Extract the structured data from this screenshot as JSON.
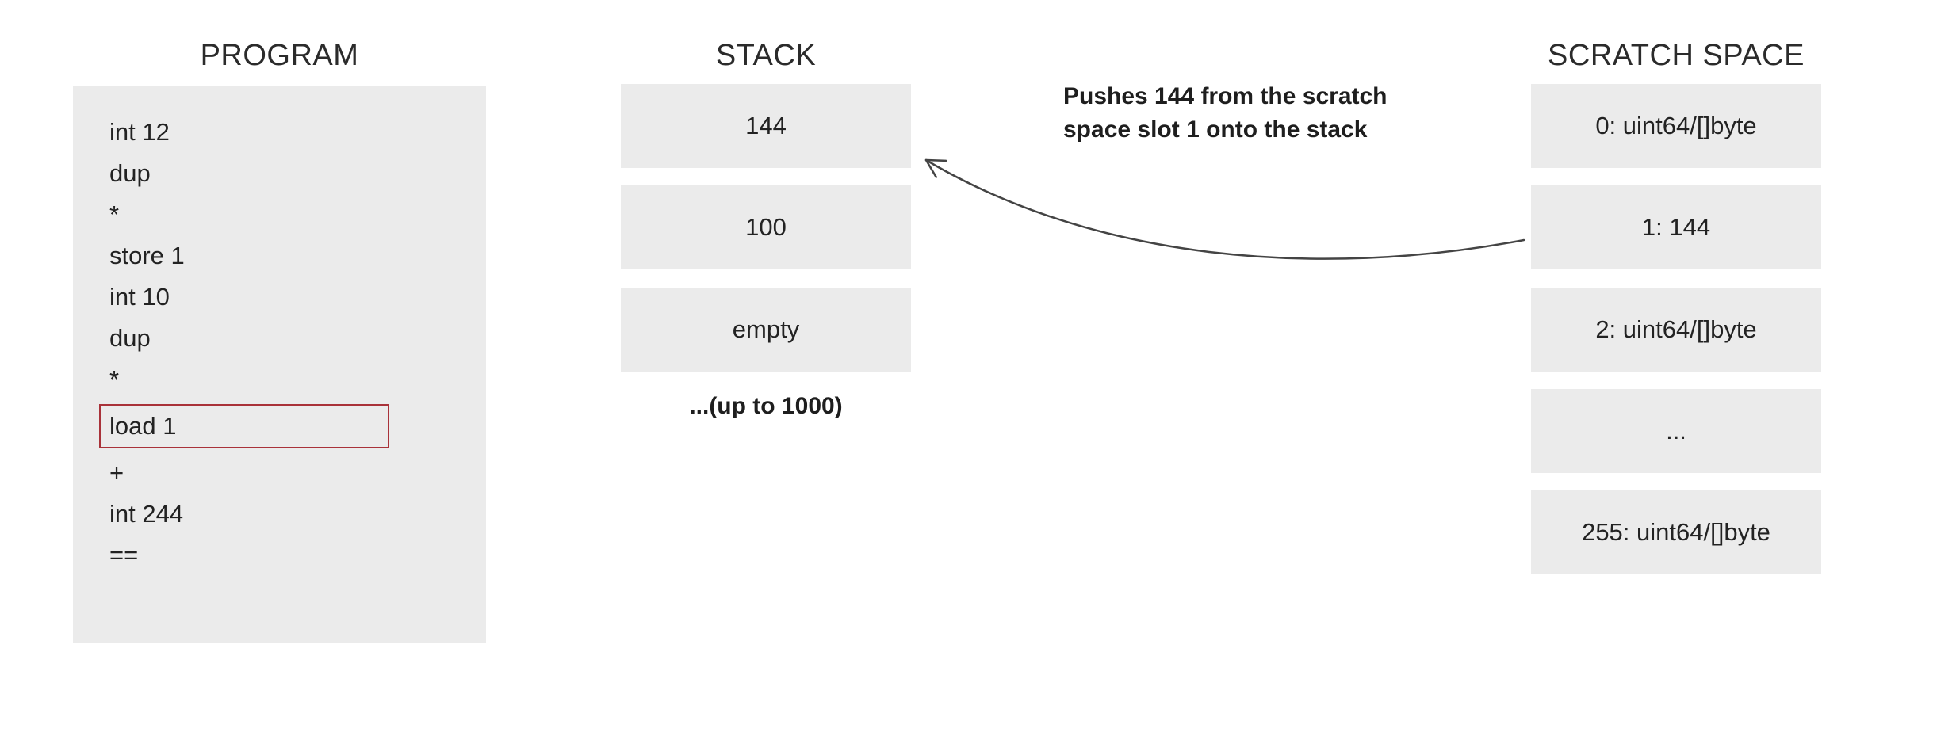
{
  "diagram": {
    "program": {
      "title": "PROGRAM",
      "lines": [
        "int 12",
        "dup",
        "*",
        "store 1",
        "int 10",
        "dup",
        "*",
        "load 1",
        "+",
        "int 244",
        "=="
      ],
      "highlighted_line": "load 1"
    },
    "stack": {
      "title": "STACK",
      "cells": [
        "144",
        "100",
        "empty"
      ],
      "note": "...(up to 1000)"
    },
    "annotation": {
      "line1": "Pushes 144 from the scratch",
      "line2": "space slot 1 onto the stack"
    },
    "scratch_space": {
      "title": "SCRATCH SPACE",
      "cells": [
        "0: uint64/[]byte",
        "1: 144",
        "2: uint64/[]byte",
        "...",
        "255: uint64/[]byte"
      ]
    },
    "colors": {
      "box_background": "#ebebeb",
      "text": "#222222",
      "highlight_border": "#a93239",
      "arrow": "#444444"
    }
  }
}
